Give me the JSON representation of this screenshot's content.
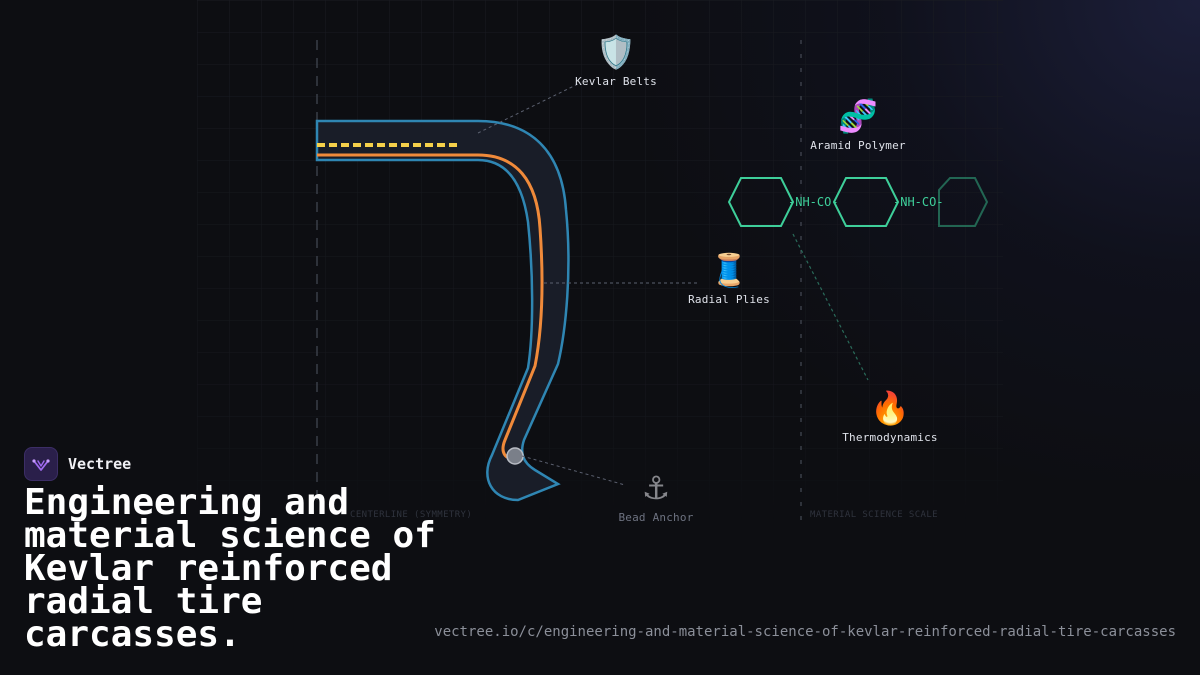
{
  "brand": {
    "name": "Vectree",
    "accent": "#a06af0"
  },
  "title": "Engineering and material science of Kevlar reinforced radial tire carcasses.",
  "url": "vectree.io/c/engineering-and-material-science-of-kevlar-reinforced-radial-tire-carcasses",
  "diagram": {
    "labels": {
      "kevlar_belts": {
        "text": "Kevlar Belts",
        "icon": "🛡️",
        "icon_name": "shield-icon"
      },
      "aramid_polymer": {
        "text": "Aramid Polymer",
        "icon": "🧬",
        "icon_name": "dna-icon"
      },
      "radial_plies": {
        "text": "Radial Plies",
        "icon": "🧵",
        "icon_name": "thread-spool-icon"
      },
      "thermodynamics": {
        "text": "Thermodynamics",
        "icon": "🔥",
        "icon_name": "fire-icon"
      },
      "bead_anchor": {
        "text": "Bead Anchor",
        "icon": "⚓",
        "icon_name": "anchor-icon"
      }
    },
    "chem_link": "-NH-CO-",
    "axes": {
      "centerline": "CENTERLINE (SYMMETRY)",
      "material_scale": "MATERIAL SCIENCE SCALE"
    },
    "colors": {
      "tire_outline": "#2f86b3",
      "ply_line": "#f08a3a",
      "belt_dash": "#f5d04a",
      "polymer": "#3ecf9a"
    }
  }
}
